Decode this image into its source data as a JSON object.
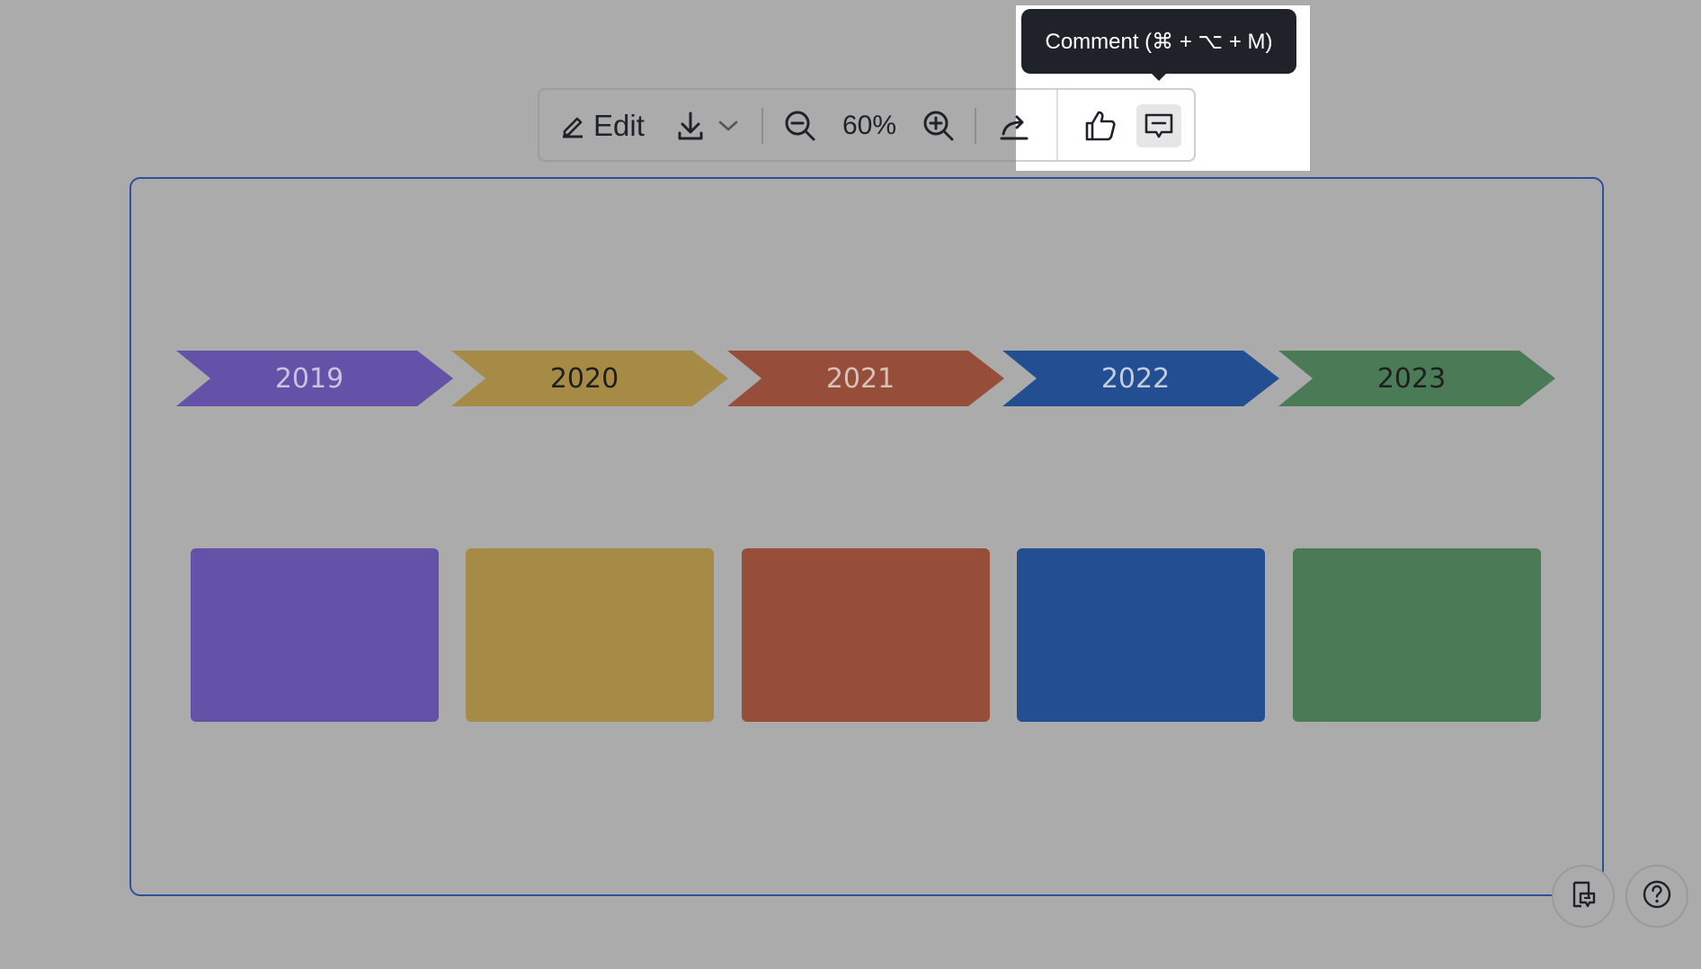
{
  "toolbar": {
    "edit_label": "Edit",
    "zoom_level": "60%",
    "icons": [
      "edit-icon",
      "download-icon",
      "chevron-down-icon",
      "zoom-out-icon",
      "zoom-in-icon",
      "share-icon",
      "like-icon",
      "comment-icon"
    ]
  },
  "tooltip": {
    "text": "Comment (⌘ + ⌥ + M)"
  },
  "timeline": {
    "items": [
      {
        "year": "2019",
        "color": "#6451a8",
        "text_color": "#c9c3dd"
      },
      {
        "year": "2020",
        "color": "#a68b46",
        "text_color": "#1f1f1f"
      },
      {
        "year": "2021",
        "color": "#964e3a",
        "text_color": "#d7c2bb"
      },
      {
        "year": "2022",
        "color": "#234e91",
        "text_color": "#c3cde0"
      },
      {
        "year": "2023",
        "color": "#4b7a57",
        "text_color": "#1f1f1f"
      }
    ]
  },
  "floating_buttons": {
    "notes_icon": "notes-icon",
    "help_icon": "help-icon"
  }
}
